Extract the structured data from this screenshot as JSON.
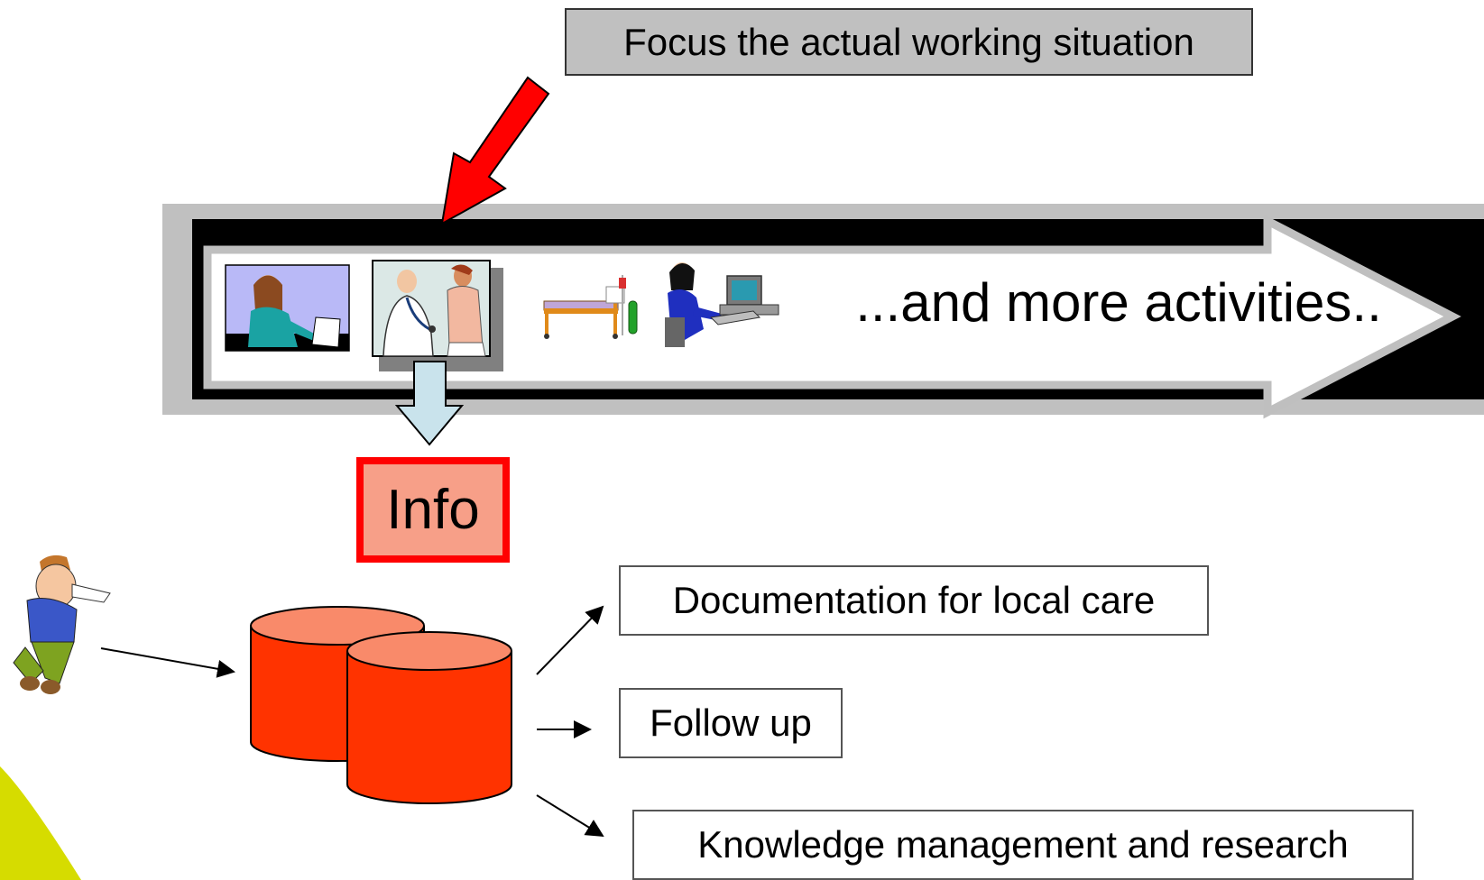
{
  "callout": {
    "text": "Focus the actual working situation"
  },
  "activities": {
    "label": "...and more activities..",
    "icons": [
      "woman-at-desk-icon",
      "doctor-examining-patient-icon",
      "hospital-bed-icon",
      "person-at-computer-icon"
    ]
  },
  "info": {
    "label": "Info"
  },
  "patient": {
    "icon": "sneezing-patient-icon"
  },
  "database": {
    "icon": "database-cylinders-icon"
  },
  "outputs": [
    {
      "label": "Documentation for local care"
    },
    {
      "label": "Follow up"
    },
    {
      "label": "Knowledge management and research"
    }
  ],
  "colors": {
    "focus_arrow": "#ff0000",
    "info_fill": "#f79f88",
    "info_border": "#ff0000",
    "database": "#ff3300",
    "database_top": "#f98a6a",
    "timeline_frame": "#c0c0c0",
    "timeline_bar": "#000000",
    "accent_shape": "#d6dc00",
    "down_arrow": "#c9e3ec"
  }
}
